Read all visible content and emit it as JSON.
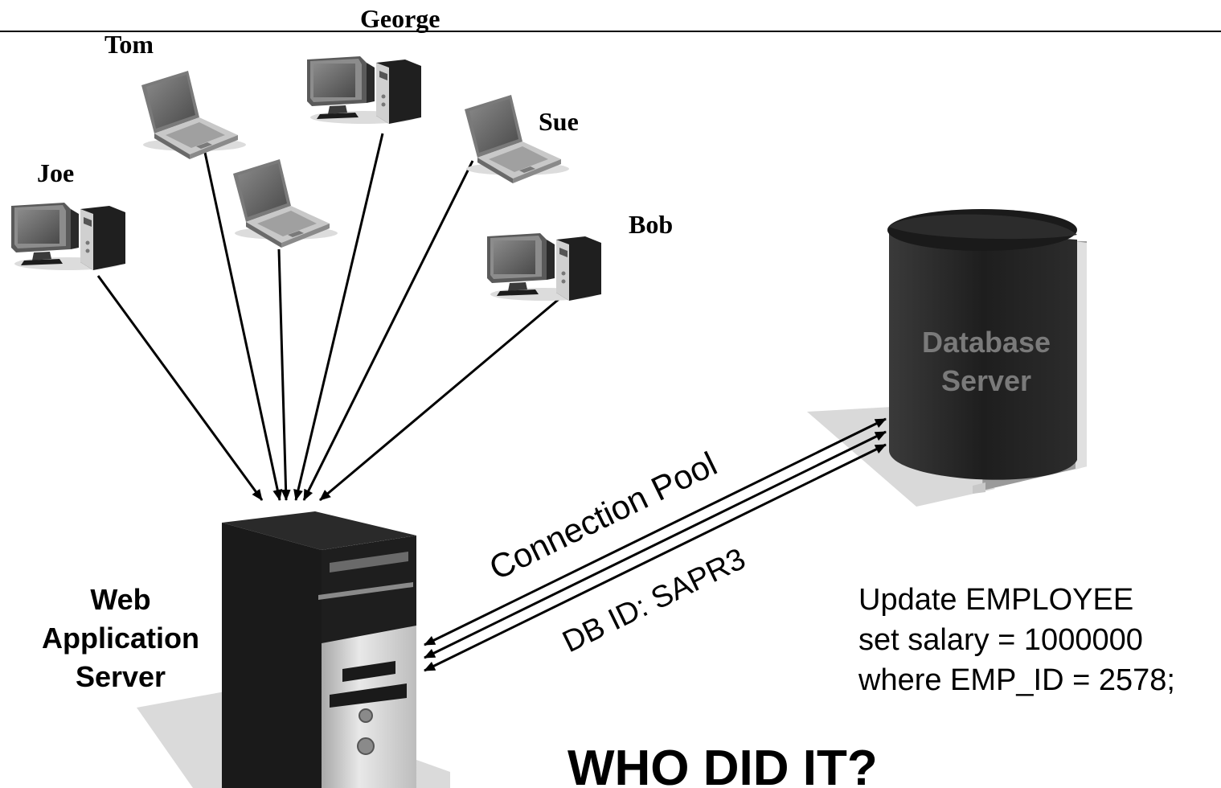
{
  "users": [
    {
      "name": "Joe",
      "device": "desktop"
    },
    {
      "name": "Tom",
      "device": "laptop"
    },
    {
      "name": "",
      "device": "laptop"
    },
    {
      "name": "George",
      "device": "desktop"
    },
    {
      "name": "Sue",
      "device": "laptop"
    },
    {
      "name": "Bob",
      "device": "desktop"
    }
  ],
  "web_server": {
    "line1": "Web",
    "line2": "Application",
    "line3": "Server"
  },
  "db_server": {
    "line1": "Database",
    "line2": "Server"
  },
  "connection": {
    "pool_label": "Connection Pool",
    "db_id_label": "DB ID: SAPR3",
    "line_count": 3
  },
  "sql": {
    "line1": "Update EMPLOYEE",
    "line2": "set salary = 1000000",
    "line3": "where EMP_ID = 2578;"
  },
  "question": "WHO DID IT?",
  "colors": {
    "line": "#000000",
    "device_dark": "#2a2a2a",
    "device_mid": "#6e6e6e",
    "device_light": "#d6d6d6",
    "shadow": "#d9d9d9"
  }
}
